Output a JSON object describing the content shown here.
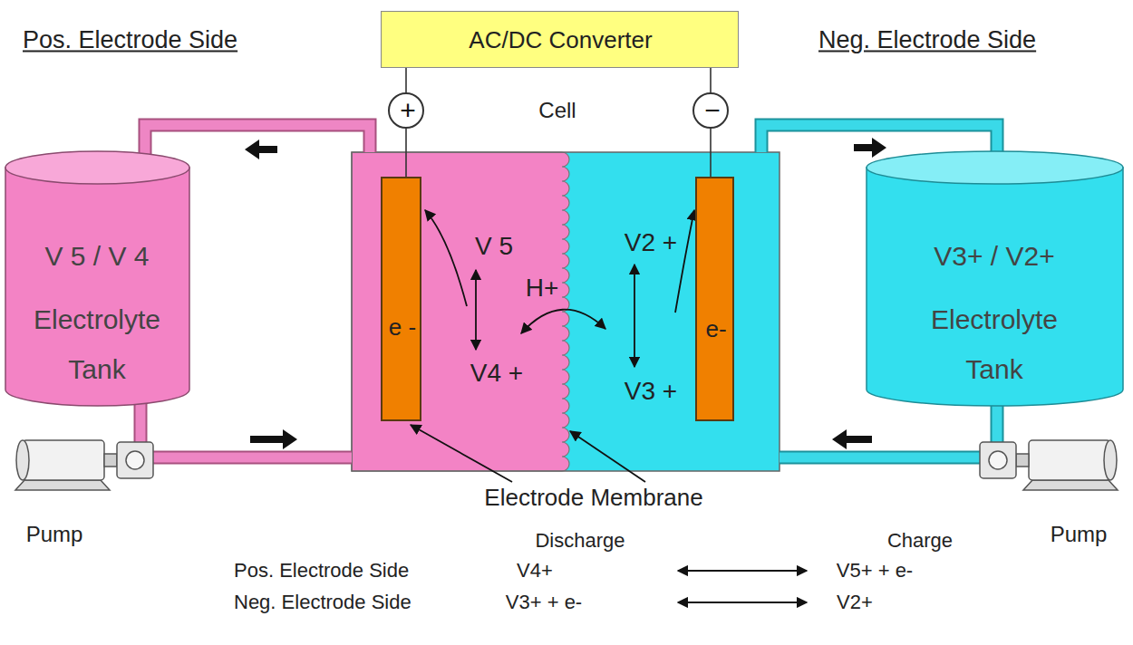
{
  "diagram": {
    "nodes": [
      {
        "text": [
          "AC/DC Converter"
        ]
      },
      {
        "text": [
          "+"
        ]
      },
      {
        "text": [
          "−"
        ]
      },
      {
        "text": [
          "V 5 / V 4",
          "Electrolyte Tank"
        ]
      },
      {
        "text": [
          "Cell"
        ]
      },
      {
        "text": [
          "e -"
        ],
        "in": 4
      },
      {
        "text": [
          "e-"
        ],
        "in": 4
      },
      {
        "text": [
          "V3+ / V2+",
          "Electrolyte Tank"
        ]
      },
      {
        "text": [
          "Pump"
        ]
      },
      {
        "text": [
          "Pump"
        ]
      }
    ],
    "edges": [
      {
        "from": 0,
        "to": 1,
        "arrow": "none"
      },
      {
        "from": 0,
        "to": 2,
        "arrow": "none"
      },
      {
        "from": 1,
        "to": 5,
        "arrow": "none"
      },
      {
        "from": 2,
        "to": 6,
        "arrow": "none"
      },
      {
        "from": 4,
        "to": 3,
        "arrow": "none"
      },
      {
        "from": 3,
        "to": 8,
        "arrow": "none"
      },
      {
        "from": 8,
        "to": 4,
        "arrow": "none"
      },
      {
        "from": 4,
        "to": 7,
        "arrow": "none"
      },
      {
        "from": 7,
        "to": 9,
        "arrow": "none"
      },
      {
        "from": 9,
        "to": 4,
        "arrow": "none"
      }
    ],
    "labels": [
      "Pos. Electrode Side",
      "Neg. Electrode Side",
      "V 5",
      "V4 +",
      "H+",
      "V2 +",
      "V3 +",
      "Electrode Membrane",
      "Discharge",
      "Charge",
      "Pos. Electrode Side",
      "V4+",
      "V5+ + e-",
      "Neg. Electrode Side",
      "V3+ + e-",
      "V2+"
    ]
  }
}
